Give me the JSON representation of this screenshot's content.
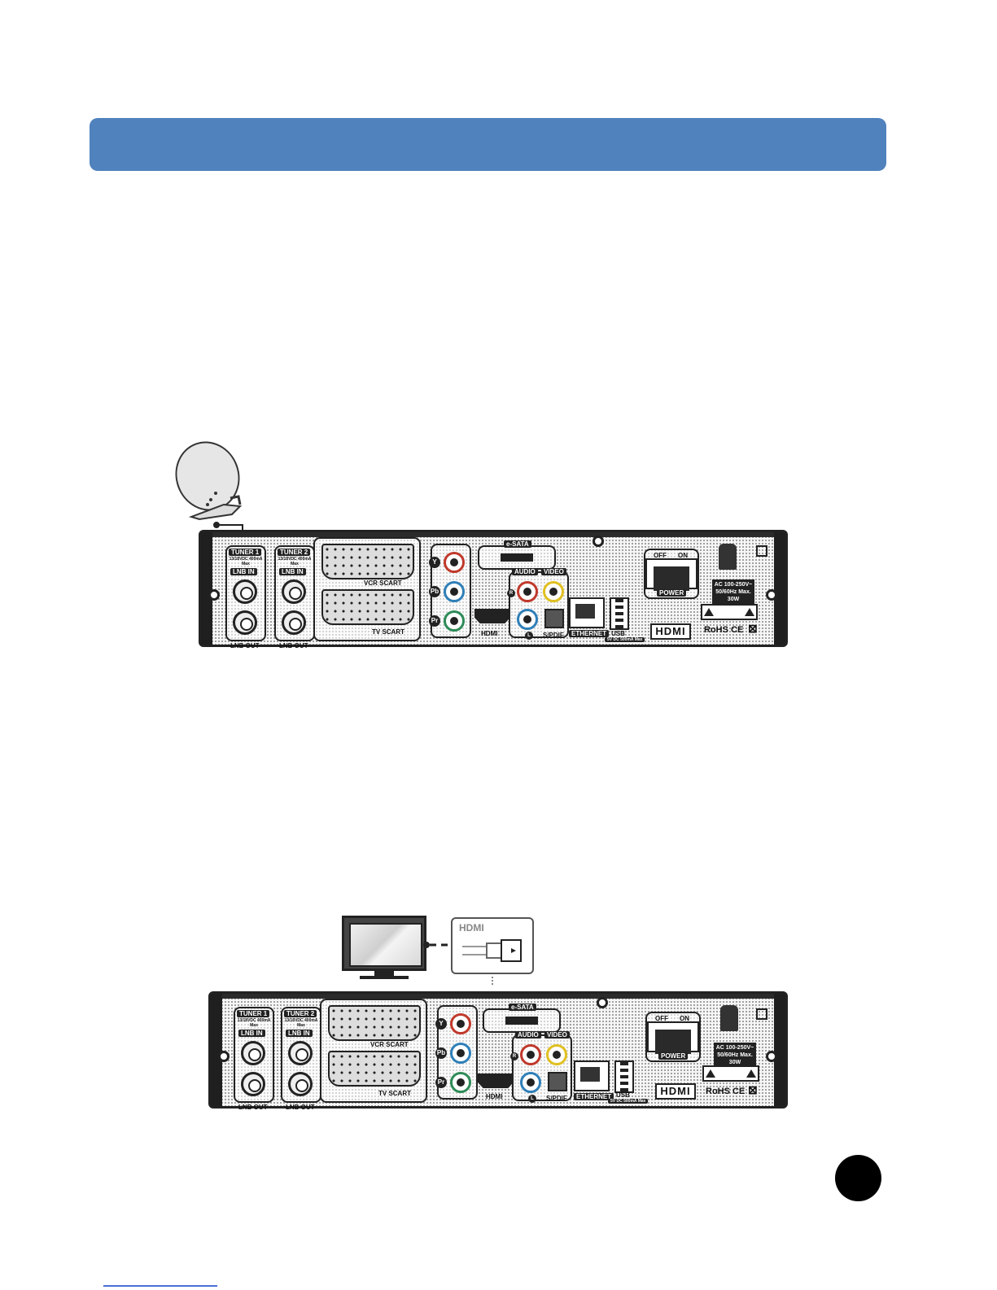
{
  "diagram_top": {
    "tuner1": {
      "title": "TUNER 1",
      "spec": "13/18VDC 400mA Max",
      "lnb_in": "LNB IN",
      "lnb_out": "LNB OUT"
    },
    "tuner2": {
      "title": "TUNER 2",
      "spec": "13/18VDC 400mA Max",
      "lnb_in": "LNB IN",
      "lnb_out": "LNB OUT"
    },
    "vcr_scart": "VCR SCART",
    "tv_scart": "TV SCART",
    "component": [
      "Y",
      "Pb",
      "Pr"
    ],
    "esata": "e-SATA",
    "hdmi_port": "HDMI",
    "audio": "AUDIO",
    "video": "VIDEO",
    "audio_r": "R",
    "audio_l": "L",
    "spdif": "S/PDIF",
    "ethernet": "ETHERNET",
    "usb": "USB",
    "usb_spec": "5V DC 500mA Max",
    "switch_off": "OFF",
    "switch_on": "ON",
    "power": "POWER",
    "ac_rating": "AC 100-250V~ 50/60Hz Max. 30W",
    "hdmi_logo": "HDMI",
    "certs": "RoHS CE"
  },
  "diagram_bottom": {
    "tuner1": {
      "title": "TUNER 1",
      "spec": "13/18VDC 400mA Max",
      "lnb_in": "LNB IN",
      "lnb_out": "LNB OUT"
    },
    "tuner2": {
      "title": "TUNER 2",
      "spec": "13/18VDC 400mA Max",
      "lnb_in": "LNB IN",
      "lnb_out": "LNB OUT"
    },
    "vcr_scart": "VCR SCART",
    "tv_scart": "TV SCART",
    "component": [
      "Y",
      "Pb",
      "Pr"
    ],
    "esata": "e-SATA",
    "hdmi_port": "HDMI",
    "audio": "AUDIO",
    "video": "VIDEO",
    "audio_r": "R",
    "audio_l": "L",
    "spdif": "S/PDIF",
    "ethernet": "ETHERNET",
    "usb": "USB",
    "usb_spec": "5V DC 500mA Max",
    "switch_off": "OFF",
    "switch_on": "ON",
    "power": "POWER",
    "ac_rating": "AC 100-250V~ 50/60Hz Max. 30W",
    "hdmi_logo": "HDMI",
    "certs": "RoHS CE",
    "cable_callout": "HDMI"
  },
  "colors": {
    "header": "#5082bd",
    "rca_red": "#c0392b",
    "rca_blue": "#2f7fb8",
    "rca_green": "#2e8b57",
    "rca_yellow": "#e0c020"
  }
}
